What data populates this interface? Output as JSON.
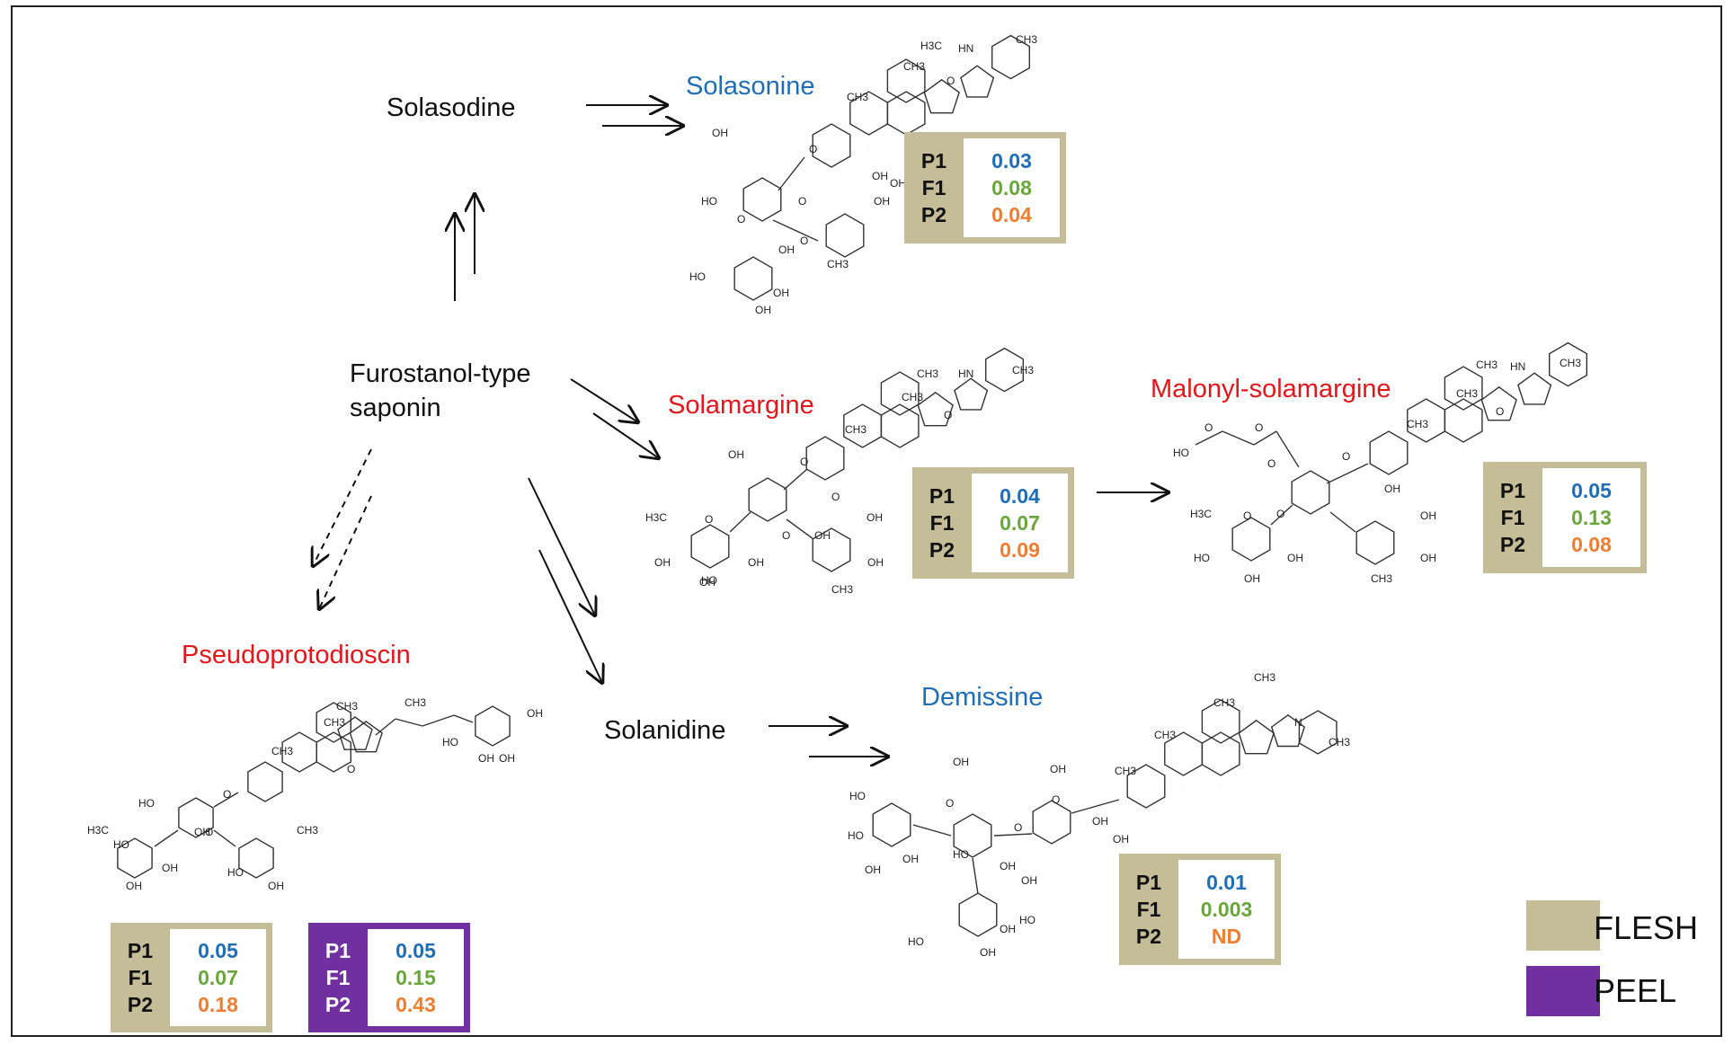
{
  "nodes": {
    "solasodine": "Solasodine",
    "furostanol_line1": "Furostanol-type",
    "furostanol_line2": "saponin",
    "solanidine": "Solanidine",
    "solasonine": "Solasonine",
    "solamargine": "Solamargine",
    "malonyl": "Malonyl-solamargine",
    "pseudo": "Pseudoprotodioscin",
    "demissine": "Demissine"
  },
  "row_keys": [
    "P1",
    "F1",
    "P2"
  ],
  "value_boxes": {
    "solasonine": {
      "tissue": "FLESH",
      "P1": "0.03",
      "F1": "0.08",
      "P2": "0.04"
    },
    "solamargine": {
      "tissue": "FLESH",
      "P1": "0.04",
      "F1": "0.07",
      "P2": "0.09"
    },
    "malonyl": {
      "tissue": "FLESH",
      "P1": "0.05",
      "F1": "0.13",
      "P2": "0.08"
    },
    "demissine": {
      "tissue": "FLESH",
      "P1": "0.01",
      "F1": "0.003",
      "P2": "ND"
    },
    "pseudo_flesh": {
      "tissue": "FLESH",
      "P1": "0.05",
      "F1": "0.07",
      "P2": "0.18"
    },
    "pseudo_peel": {
      "tissue": "PEEL",
      "P1": "0.05",
      "F1": "0.15",
      "P2": "0.43"
    }
  },
  "legend": {
    "flesh": {
      "label": "FLESH",
      "color": "#c4bd97"
    },
    "peel": {
      "label": "PEEL",
      "color": "#7030a0"
    }
  },
  "colors": {
    "glycoalkaloid_blue": "#1f6eb5",
    "glycoalkaloid_red": "#e3161b",
    "value_p1": "#1f6eb5",
    "value_f1": "#6aa63a",
    "value_p2": "#ed7d31"
  },
  "structure_atoms": {
    "solasonine": [
      "H3C",
      "HN",
      "CH3",
      "CH3",
      "CH3",
      "O",
      "OH",
      "O",
      "HO",
      "O",
      "OH",
      "O",
      "OH",
      "OH",
      "O",
      "OH",
      "CH3",
      "HO",
      "OH",
      "OH"
    ],
    "solamargine": [
      "CH3",
      "HN",
      "CH3",
      "CH3",
      "CH3",
      "O",
      "OH",
      "O",
      "H3C",
      "O",
      "O",
      "OH",
      "O",
      "OH",
      "OH",
      "HO",
      "OH",
      "OH",
      "CH3",
      "OH"
    ],
    "malonyl": [
      "O",
      "O",
      "HO",
      "O",
      "CH3",
      "HN",
      "CH3",
      "CH3",
      "CH3",
      "O",
      "O",
      "O",
      "H3C",
      "O",
      "OH",
      "OH",
      "HO",
      "OH",
      "OH",
      "OH",
      "CH3"
    ],
    "pseudo": [
      "CH3",
      "CH3",
      "O",
      "OH",
      "CH3",
      "CH3",
      "HO",
      "O",
      "O",
      "HO",
      "OH",
      "OH",
      "H3C",
      "OH",
      "CH3",
      "HO",
      "OH",
      "HO",
      "OH",
      "OH"
    ],
    "demissine": [
      "CH3",
      "CH3",
      "N",
      "CH3",
      "CH3",
      "CH3",
      "OH",
      "OH",
      "O",
      "HO",
      "HO",
      "O",
      "OH",
      "O",
      "OH",
      "HO",
      "OH",
      "OH",
      "OH",
      "HO",
      "OH",
      "HO",
      "OH",
      "OH"
    ]
  }
}
